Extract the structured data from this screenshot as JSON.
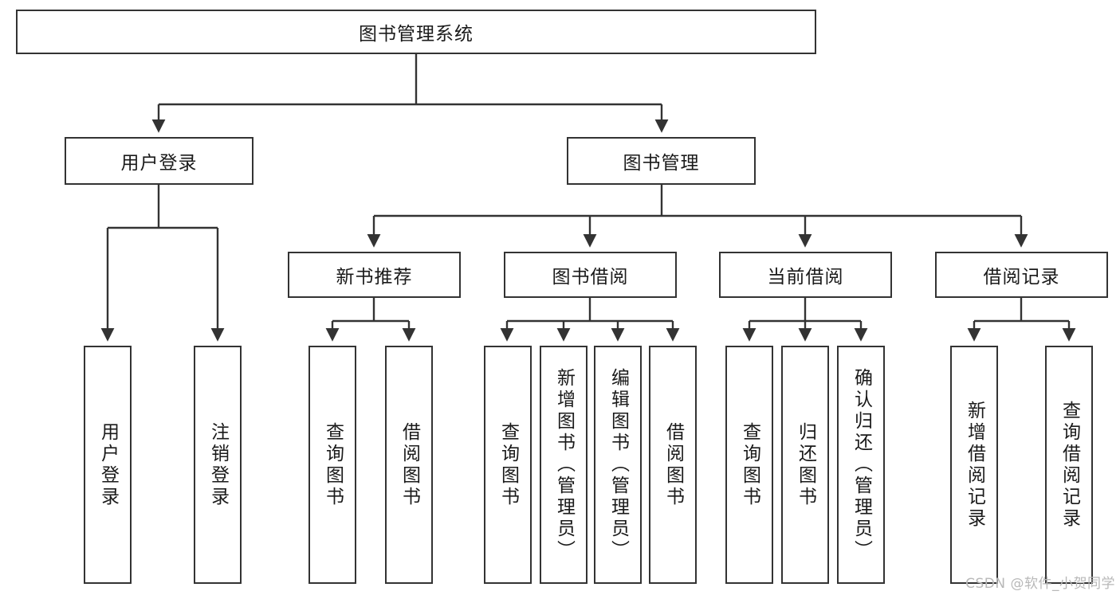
{
  "diagram": {
    "title": "图书管理系统",
    "type": "tree-hierarchy-diagram",
    "colors": {
      "box_border": "#333333",
      "box_fill": "#ffffff",
      "edge": "#333333",
      "text": "#1a1a1a",
      "watermark": "#b8b8b8"
    },
    "root": {
      "label": "图书管理系统"
    },
    "level2": [
      {
        "label": "用户登录"
      },
      {
        "label": "图书管理"
      }
    ],
    "level3": [
      {
        "label": "新书推荐"
      },
      {
        "label": "图书借阅"
      },
      {
        "label": "当前借阅"
      },
      {
        "label": "借阅记录"
      }
    ],
    "leaves": {
      "user_login": [
        {
          "label": "用户登录"
        },
        {
          "label": "注销登录"
        }
      ],
      "new_book_recommend": [
        {
          "label": "查询图书"
        },
        {
          "label": "借阅图书"
        }
      ],
      "book_borrow": [
        {
          "label": "查询图书"
        },
        {
          "label": "新增图书（管理员）"
        },
        {
          "label": "编辑图书（管理员）"
        },
        {
          "label": "借阅图书"
        }
      ],
      "current_borrow": [
        {
          "label": "查询图书"
        },
        {
          "label": "归还图书"
        },
        {
          "label": "确认归还（管理员）"
        }
      ],
      "borrow_record": [
        {
          "label": "新增借阅记录"
        },
        {
          "label": "查询借阅记录"
        }
      ]
    },
    "watermark": "CSDN @软件_小贺同学"
  }
}
